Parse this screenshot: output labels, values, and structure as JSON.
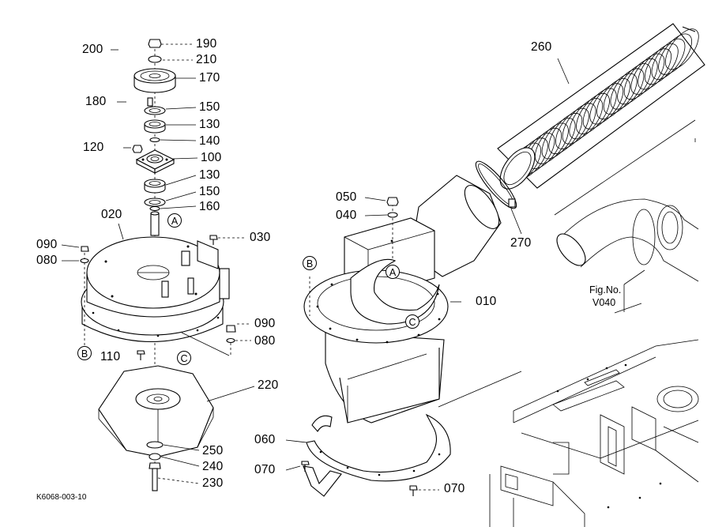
{
  "parts": {
    "p200": "200",
    "p190": "190",
    "p210": "210",
    "p170": "170",
    "p180": "180",
    "p150a": "150",
    "p130a": "130",
    "p140": "140",
    "p120": "120",
    "p100": "100",
    "p130b": "130",
    "p150b": "150",
    "p160": "160",
    "p020": "020",
    "p030": "030",
    "p090a": "090",
    "p080a": "080",
    "p090b": "090",
    "p080b": "080",
    "p110": "110",
    "p220": "220",
    "p250": "250",
    "p240": "240",
    "p230": "230",
    "p260": "260",
    "p270": "270",
    "p050": "050",
    "p040": "040",
    "p010": "010",
    "p060": "060",
    "p070a": "070",
    "p070b": "070"
  },
  "callouts": {
    "a1": "A",
    "a2": "A",
    "b1": "B",
    "b2": "B",
    "c1": "C",
    "c2": "C"
  },
  "figure_ref": {
    "line1": "Fig.No.",
    "line2": "V040"
  },
  "drawing_code": "K6068-003-10"
}
